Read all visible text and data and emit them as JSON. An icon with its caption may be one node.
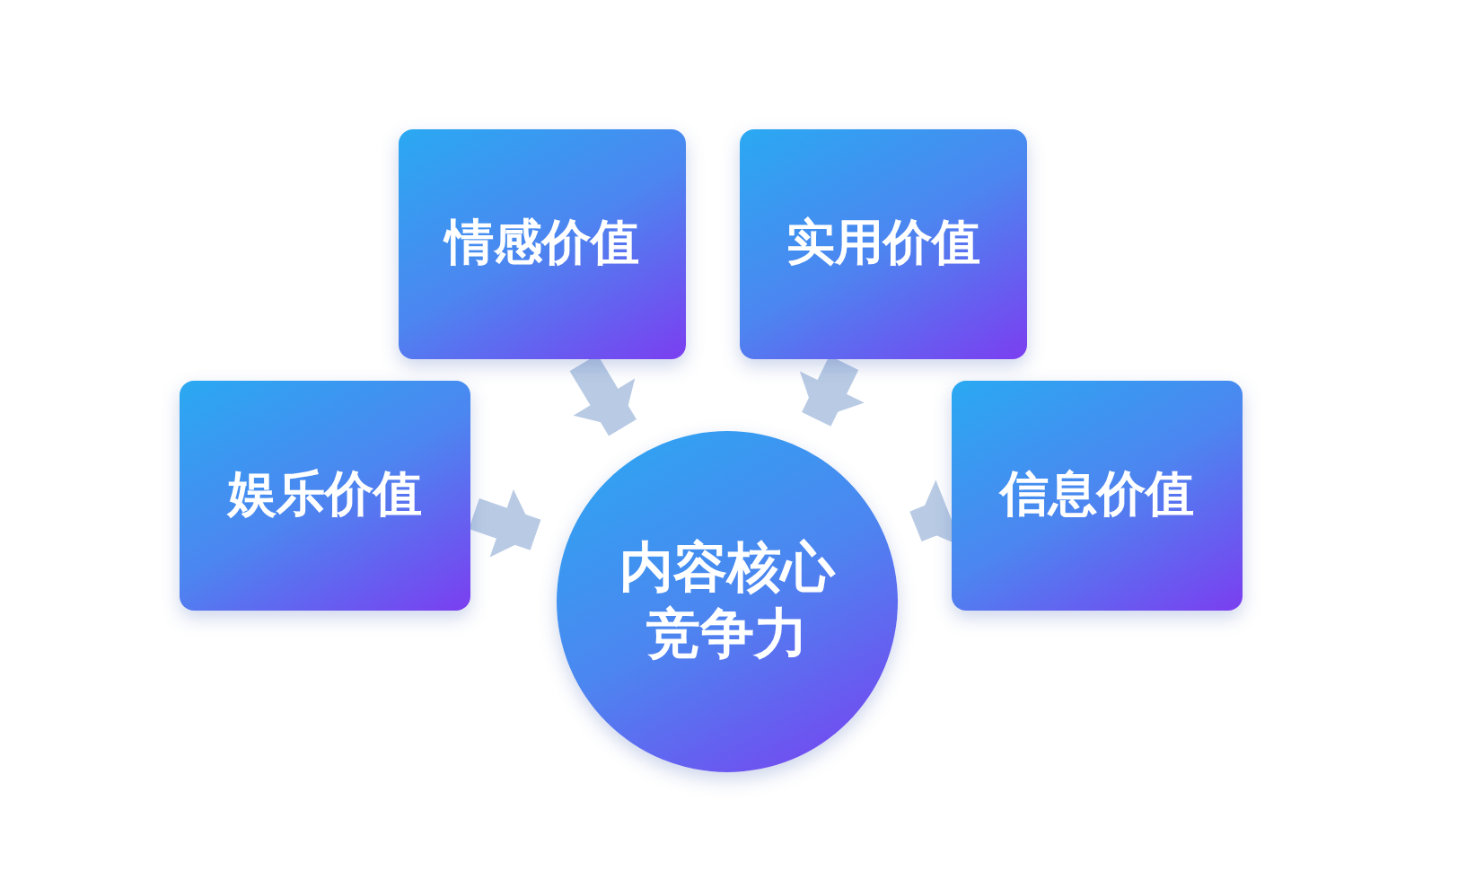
{
  "diagram": {
    "nodes": [
      {
        "text": [
          "情感价值"
        ]
      },
      {
        "text": [
          "实用价值"
        ]
      },
      {
        "text": [
          "娱乐价值"
        ]
      },
      {
        "text": [
          "信息价值"
        ]
      },
      {
        "text": [
          "内容核心竞争力"
        ]
      }
    ],
    "edges": [
      {
        "from": 0,
        "to": 4,
        "arrow": "to"
      },
      {
        "from": 1,
        "to": 4,
        "arrow": "to"
      },
      {
        "from": 2,
        "to": 4,
        "arrow": "to"
      },
      {
        "from": 3,
        "to": 4,
        "arrow": "to"
      }
    ]
  }
}
